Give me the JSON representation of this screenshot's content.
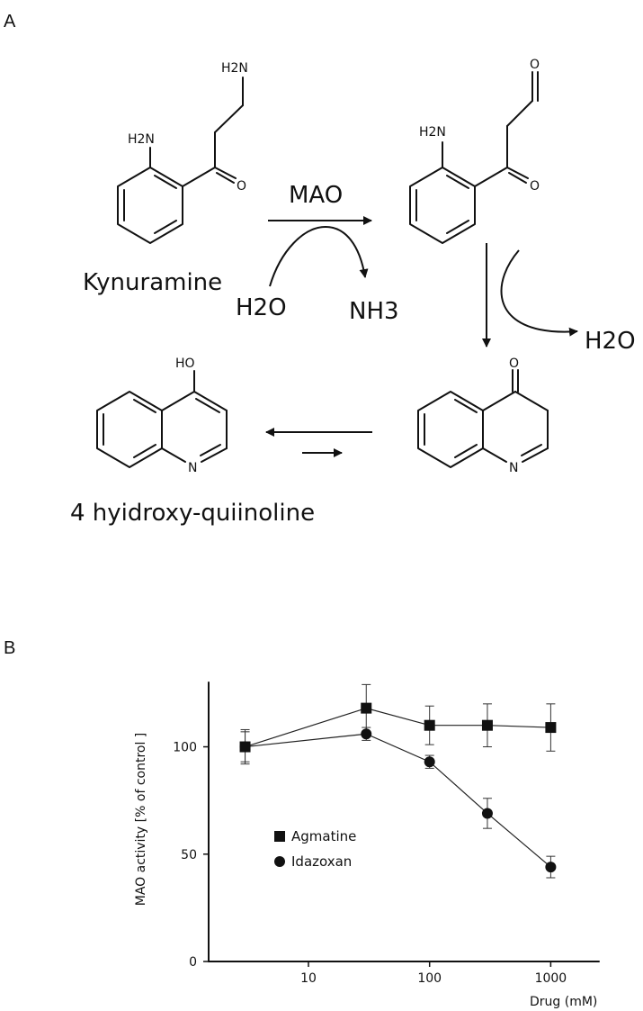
{
  "panel_a": {
    "label": "A",
    "kynuramine_label": "Kynuramine",
    "enzyme_label": "MAO",
    "water_in": "H2O",
    "ammonia_out": "NH3",
    "water_out": "H2O",
    "product_label": "4 hyidroxy-quiinoline",
    "atoms": {
      "amine_terminal": "H2N",
      "aryl_amine_1": "H2N",
      "ketone_o_1": "O",
      "aryl_amine_2": "H2N",
      "aldehyde_o": "O",
      "ketone_o_2": "O",
      "quinolone_o": "O",
      "quinolone_n": "N",
      "hydroxy": "HO",
      "quinoline_n": "N"
    }
  },
  "panel_b": {
    "label": "B",
    "chart_data": {
      "type": "scatter",
      "ylabel": "MAO activity [% of control ]",
      "xlabel": "Drug (mM)",
      "xscale": "log",
      "xlim": [
        1.5,
        2500
      ],
      "ylim": [
        0,
        130
      ],
      "xticks": [
        10,
        100,
        1000
      ],
      "xtick_labels": [
        "10",
        "100",
        "1000"
      ],
      "yticks": [
        0,
        50,
        100
      ],
      "ytick_labels": [
        "0",
        "50",
        "100"
      ],
      "legend_position": "middle-left",
      "series": [
        {
          "name": "Agmatine",
          "marker": "square",
          "x": [
            3,
            30,
            100,
            300,
            1000
          ],
          "y": [
            100,
            118,
            110,
            110,
            109
          ],
          "error": [
            8,
            11,
            9,
            10,
            11
          ]
        },
        {
          "name": "Idazoxan",
          "marker": "circle",
          "x": [
            3,
            30,
            100,
            300,
            1000
          ],
          "y": [
            100,
            106,
            93,
            69,
            44
          ],
          "error": [
            7,
            3,
            3,
            7,
            5
          ]
        }
      ]
    }
  }
}
